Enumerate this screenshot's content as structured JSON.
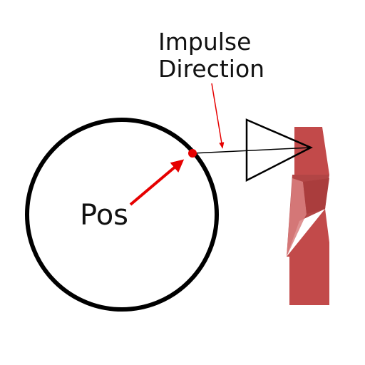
{
  "labels": {
    "impulse_line1": "Impulse",
    "impulse_line2": "Direction",
    "pos": "Pos"
  },
  "colors": {
    "background": "#ffffff",
    "outline": "#000000",
    "accent_red": "#e60000",
    "object_red": "#c24a4a",
    "object_red_dark": "#a83c3c",
    "object_red_light": "#d98080"
  },
  "icons": {
    "sphere": "circle-outline",
    "contact_point": "red-dot",
    "position_vector": "red-arrow",
    "impulse_pointer": "thin-red-arrow",
    "camera_frustum": "triangle-outline",
    "obstacle": "red-3d-block"
  }
}
